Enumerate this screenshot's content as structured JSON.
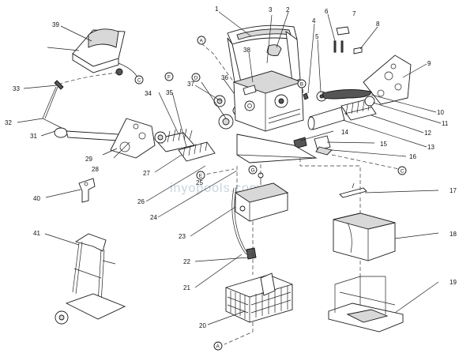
{
  "watermark": "inyopools.com",
  "labels": [
    "1",
    "2",
    "3",
    "4",
    "5",
    "6",
    "7",
    "8",
    "9",
    "10",
    "11",
    "12",
    "13",
    "14",
    "15",
    "16",
    "17",
    "18",
    "19",
    "20",
    "21",
    "22",
    "23",
    "24",
    "25",
    "26",
    "27",
    "28",
    "29",
    "31",
    "32",
    "33",
    "34",
    "35",
    "36",
    "37",
    "38",
    "39",
    "40",
    "41"
  ],
  "callouts": [
    "A",
    "B",
    "C",
    "D",
    "E",
    "F",
    "G",
    "A",
    "C"
  ]
}
